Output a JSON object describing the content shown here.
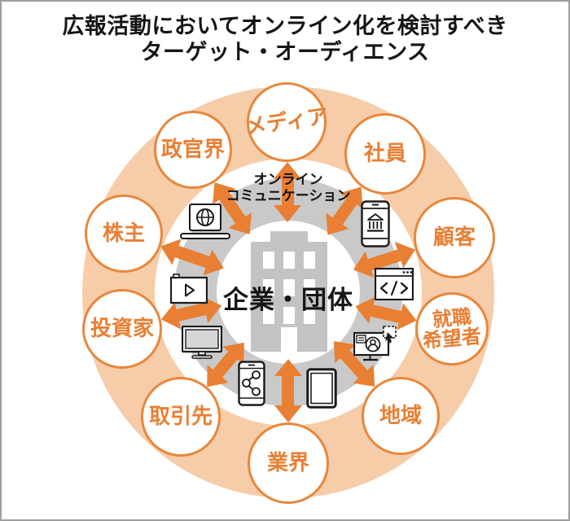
{
  "title": {
    "line1": "広報活動においてオンライン化を検討すべき",
    "line2": "ターゲット・オーディエンス"
  },
  "hub": {
    "label": "企業・団体",
    "icon": "office-building-icon"
  },
  "ring_label": {
    "line1": "オンライン",
    "line2": "コミュニケーション"
  },
  "audiences": [
    {
      "id": "media",
      "lines": [
        "メディア"
      ]
    },
    {
      "id": "employees",
      "lines": [
        "社員"
      ]
    },
    {
      "id": "customers",
      "lines": [
        "顧客"
      ]
    },
    {
      "id": "job-seekers",
      "lines": [
        "就職",
        "希望者"
      ]
    },
    {
      "id": "community",
      "lines": [
        "地域"
      ]
    },
    {
      "id": "industry",
      "lines": [
        "業界"
      ]
    },
    {
      "id": "business-partners",
      "lines": [
        "取引先"
      ]
    },
    {
      "id": "investors",
      "lines": [
        "投資家"
      ]
    },
    {
      "id": "shareholders",
      "lines": [
        "株主"
      ]
    },
    {
      "id": "government",
      "lines": [
        "政官界"
      ]
    }
  ],
  "channel_icons": [
    "laptop-web-icon",
    "bank-app-smartphone-icon",
    "video-player-icon",
    "code-browser-icon",
    "desktop-monitor-icon",
    "webinar-screen-icon",
    "share-smartphone-icon",
    "tablet-icon"
  ],
  "colors": {
    "accent_orange": "#E87F33",
    "peach_band": "#F6CCA9",
    "ring_gray": "#C9C9C9",
    "building_gray": "#C3C3C3",
    "text_black": "#151515"
  }
}
